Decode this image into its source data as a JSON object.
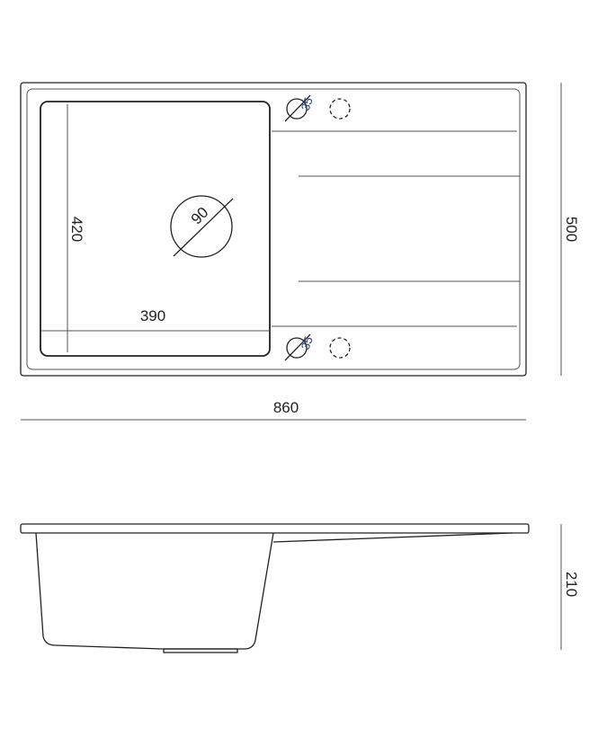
{
  "top_view": {
    "bowl_height_label": "420",
    "bowl_width_label": "390",
    "drain_diameter_label": "90",
    "tap_hole_top_label": "35",
    "tap_hole_bottom_label": "35"
  },
  "dimensions": {
    "overall_width": "860",
    "overall_depth": "500",
    "overall_height": "210"
  },
  "colors": {
    "line": "#222222",
    "accent": "#1f3b8a"
  }
}
